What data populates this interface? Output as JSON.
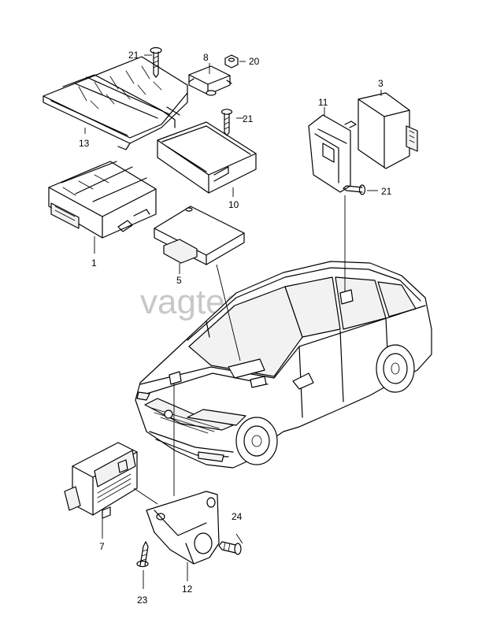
{
  "watermark": "vagtec.ru",
  "callouts": {
    "c1": "1",
    "c3": "3",
    "c5": "5",
    "c7": "7",
    "c8": "8",
    "c10": "10",
    "c11": "11",
    "c12": "12",
    "c13": "13",
    "c20": "20",
    "c21a": "21",
    "c21b": "21",
    "c21c": "21",
    "c23": "23",
    "c24": "24"
  }
}
